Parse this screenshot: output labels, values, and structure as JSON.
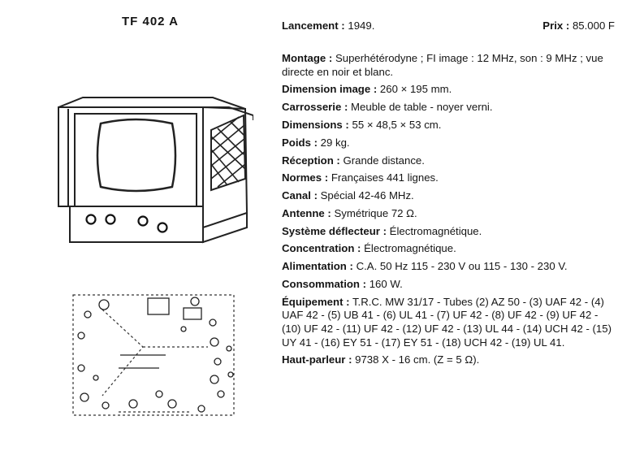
{
  "model": "TF 402 A",
  "launch": {
    "label": "Lancement :",
    "value": "1949."
  },
  "price": {
    "label": "Prix :",
    "value": "85.000 F"
  },
  "specs": [
    {
      "label": "Montage :",
      "value": "Superhétérodyne ; FI image : 12 MHz, son : 9 MHz ; vue directe en noir et blanc."
    },
    {
      "label": "Dimension image :",
      "value": "260 × 195 mm."
    },
    {
      "label": "Carrosserie :",
      "value": "Meuble de table - noyer verni."
    },
    {
      "label": "Dimensions :",
      "value": "55 × 48,5 × 53 cm."
    },
    {
      "label": "Poids :",
      "value": "29 kg."
    },
    {
      "label": "Réception :",
      "value": "Grande distance."
    },
    {
      "label": "Normes :",
      "value": "Françaises 441 lignes."
    },
    {
      "label": "Canal :",
      "value": "Spécial 42-46 MHz."
    },
    {
      "label": "Antenne :",
      "value": "Symétrique 72 Ω."
    },
    {
      "label": "Système déflecteur :",
      "value": "Électromagnétique."
    },
    {
      "label": "Concentration :",
      "value": "Électromagnétique."
    },
    {
      "label": "Alimentation :",
      "value": "C.A. 50 Hz 115 - 230 V ou 115 - 130 - 230 V."
    },
    {
      "label": "Consommation :",
      "value": "160 W."
    },
    {
      "label": "Équipement :",
      "value": "T.R.C. MW 31/17 - Tubes (2) AZ 50 - (3) UAF 42 - (4) UAF 42 - (5) UB 41 - (6) UL 41 - (7) UF 42 - (8) UF 42 - (9) UF 42 - (10) UF 42 - (11) UF 42 - (12) UF 42 - (13) UL 44 - (14) UCH 42 - (15) UY 41 - (16) EY 51 - (17) EY 51 - (18) UCH 42 - (19) UL 41."
    },
    {
      "label": "Haut-parleur :",
      "value": "9738 X - 16 cm. (Z = 5 Ω)."
    }
  ]
}
